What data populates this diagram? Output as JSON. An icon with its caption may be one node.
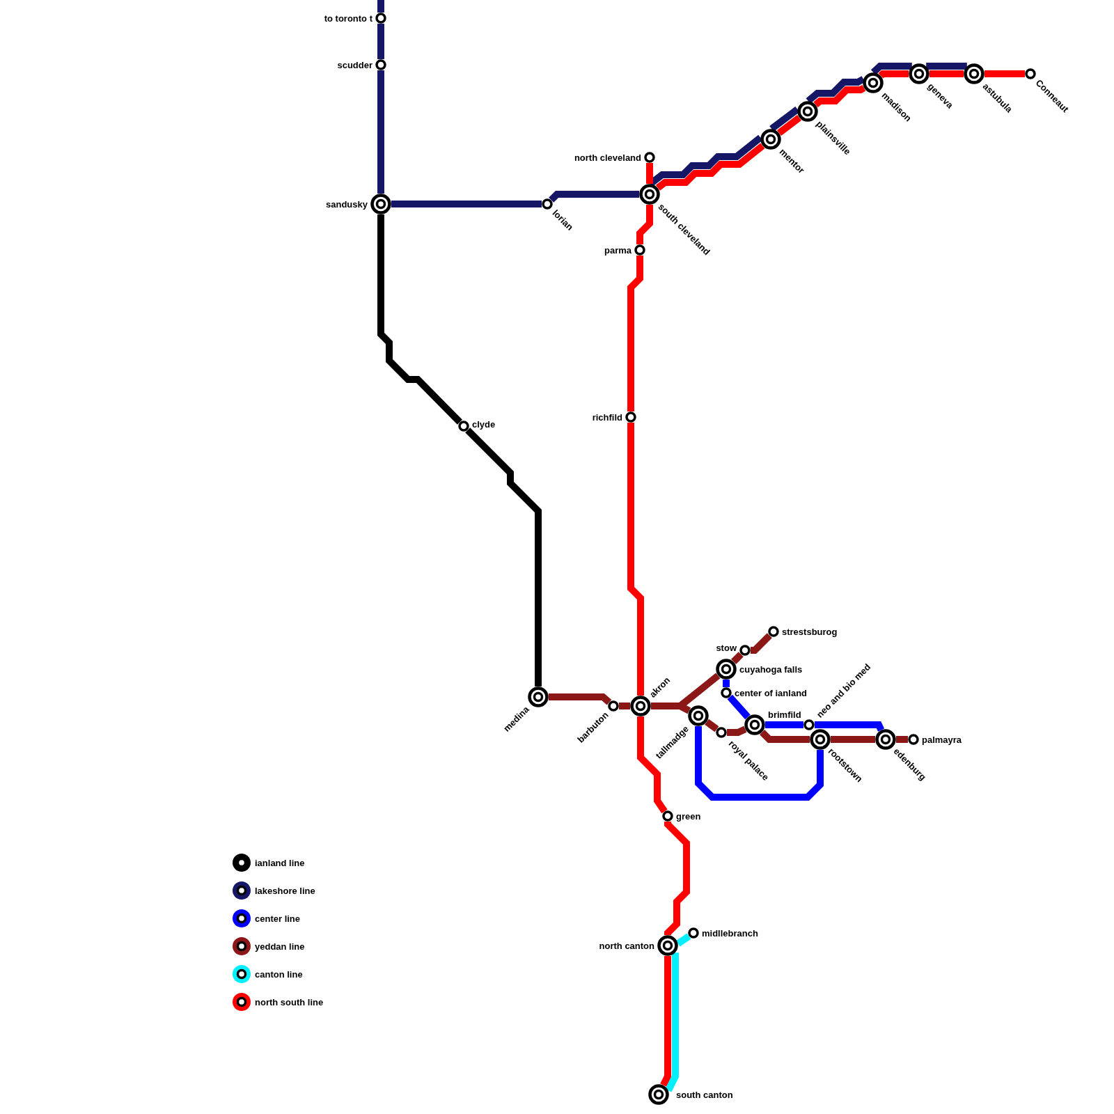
{
  "diagram": {
    "nodes": [
      {
        "text": [
          "to toronto t"
        ]
      },
      {
        "text": [
          "scudder"
        ]
      },
      {
        "text": [
          "geneva"
        ]
      },
      {
        "text": [
          "astubula"
        ]
      },
      {
        "text": [
          "Conneaut"
        ]
      },
      {
        "text": [
          "madison"
        ]
      },
      {
        "text": [
          "plainsville"
        ]
      },
      {
        "text": [
          "mentor"
        ]
      },
      {
        "text": [
          "north cleveland"
        ]
      },
      {
        "text": [
          "south cleveland"
        ]
      },
      {
        "text": [
          "sandusky"
        ]
      },
      {
        "text": [
          "lorian"
        ]
      },
      {
        "text": [
          "parma"
        ]
      },
      {
        "text": [
          "richfild"
        ]
      },
      {
        "text": [
          "clyde"
        ]
      },
      {
        "text": [
          "strestsburog"
        ]
      },
      {
        "text": [
          "stow"
        ]
      },
      {
        "text": [
          "cuyahoga falls"
        ]
      },
      {
        "text": [
          "center of ianland"
        ]
      },
      {
        "text": [
          "medina"
        ]
      },
      {
        "text": [
          "barbuton"
        ]
      },
      {
        "text": [
          "akron"
        ]
      },
      {
        "text": [
          "tallmadge"
        ]
      },
      {
        "text": [
          "royal palace"
        ]
      },
      {
        "text": [
          "brimfild"
        ]
      },
      {
        "text": [
          "neo and bio med"
        ]
      },
      {
        "text": [
          "rootstown"
        ]
      },
      {
        "text": [
          "edenburg"
        ]
      },
      {
        "text": [
          "palmayra"
        ]
      },
      {
        "text": [
          "green"
        ]
      },
      {
        "text": [
          "midllebranch"
        ]
      },
      {
        "text": [
          "north canton"
        ]
      },
      {
        "text": [
          "south canton"
        ]
      }
    ],
    "edges": [
      {
        "from": null,
        "to": 0,
        "arrow": "none",
        "color": "#161667"
      },
      {
        "from": 0,
        "to": 1,
        "arrow": "none",
        "color": "#161667"
      },
      {
        "from": 1,
        "to": 10,
        "arrow": "none",
        "color": "#161667"
      },
      {
        "from": 10,
        "to": 11,
        "arrow": "none",
        "color": "#161667"
      },
      {
        "from": 11,
        "to": 9,
        "arrow": "none",
        "color": "#161667"
      },
      {
        "from": 9,
        "to": 7,
        "arrow": "none",
        "color": "#161667"
      },
      {
        "from": 7,
        "to": 6,
        "arrow": "none",
        "color": "#161667"
      },
      {
        "from": 6,
        "to": 5,
        "arrow": "none",
        "color": "#161667"
      },
      {
        "from": 5,
        "to": 2,
        "arrow": "none",
        "color": "#161667"
      },
      {
        "from": 2,
        "to": 3,
        "arrow": "none",
        "color": "#161667"
      },
      {
        "from": 10,
        "to": 14,
        "arrow": "none",
        "color": "#000000"
      },
      {
        "from": 14,
        "to": 19,
        "arrow": "none",
        "color": "#000000"
      },
      {
        "from": 8,
        "to": 9,
        "arrow": "none",
        "color": "#ff0000"
      },
      {
        "from": 9,
        "to": 7,
        "arrow": "none",
        "color": "#ff0000"
      },
      {
        "from": 7,
        "to": 6,
        "arrow": "none",
        "color": "#ff0000"
      },
      {
        "from": 6,
        "to": 5,
        "arrow": "none",
        "color": "#ff0000"
      },
      {
        "from": 5,
        "to": 2,
        "arrow": "none",
        "color": "#ff0000"
      },
      {
        "from": 2,
        "to": 3,
        "arrow": "none",
        "color": "#ff0000"
      },
      {
        "from": 3,
        "to": 4,
        "arrow": "none",
        "color": "#ff0000"
      },
      {
        "from": 9,
        "to": 12,
        "arrow": "none",
        "color": "#ff0000"
      },
      {
        "from": 12,
        "to": 13,
        "arrow": "none",
        "color": "#ff0000"
      },
      {
        "from": 13,
        "to": 21,
        "arrow": "none",
        "color": "#ff0000"
      },
      {
        "from": 21,
        "to": 29,
        "arrow": "none",
        "color": "#ff0000"
      },
      {
        "from": 29,
        "to": 31,
        "arrow": "none",
        "color": "#ff0000"
      },
      {
        "from": 31,
        "to": 32,
        "arrow": "none",
        "color": "#ff0000"
      },
      {
        "from": 19,
        "to": 20,
        "arrow": "none",
        "color": "#8b1717"
      },
      {
        "from": 20,
        "to": 21,
        "arrow": "none",
        "color": "#8b1717"
      },
      {
        "from": 21,
        "to": 17,
        "arrow": "none",
        "color": "#8b1717"
      },
      {
        "from": 17,
        "to": 16,
        "arrow": "none",
        "color": "#8b1717"
      },
      {
        "from": 16,
        "to": 15,
        "arrow": "none",
        "color": "#8b1717"
      },
      {
        "from": 21,
        "to": 22,
        "arrow": "none",
        "color": "#8b1717"
      },
      {
        "from": 22,
        "to": 23,
        "arrow": "none",
        "color": "#8b1717"
      },
      {
        "from": 23,
        "to": 24,
        "arrow": "none",
        "color": "#8b1717"
      },
      {
        "from": 24,
        "to": 26,
        "arrow": "none",
        "color": "#8b1717"
      },
      {
        "from": 26,
        "to": 27,
        "arrow": "none",
        "color": "#8b1717"
      },
      {
        "from": 27,
        "to": 28,
        "arrow": "none",
        "color": "#8b1717"
      },
      {
        "from": 17,
        "to": 18,
        "arrow": "none",
        "color": "#0000ff"
      },
      {
        "from": 18,
        "to": 24,
        "arrow": "none",
        "color": "#0000ff"
      },
      {
        "from": 24,
        "to": 25,
        "arrow": "none",
        "color": "#0000ff"
      },
      {
        "from": 25,
        "to": 27,
        "arrow": "none",
        "color": "#0000ff"
      },
      {
        "from": 22,
        "to": 26,
        "arrow": "none",
        "color": "#0000ff"
      },
      {
        "from": 30,
        "to": 31,
        "arrow": "none",
        "color": "#00f0ff"
      },
      {
        "from": 31,
        "to": 32,
        "arrow": "none",
        "color": "#00f0ff"
      }
    ],
    "legend": [
      {
        "text": "ianland line",
        "color": "#000000"
      },
      {
        "text": "lakeshore line",
        "color": "#161667"
      },
      {
        "text": "center line",
        "color": "#0000ff"
      },
      {
        "text": "yeddan line",
        "color": "#8b1717"
      },
      {
        "text": "canton line",
        "color": "#00f0ff"
      },
      {
        "text": "north south line",
        "color": "#ff0000"
      }
    ]
  }
}
